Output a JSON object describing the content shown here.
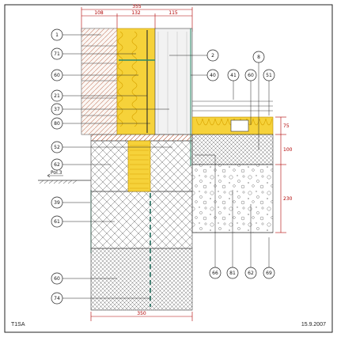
{
  "drawing": {
    "code": "T1SA",
    "date": "15.9.2007",
    "ground_label": "Pol.3"
  },
  "dimensions": {
    "overall_top": "355",
    "segments_top": [
      "108",
      "132",
      "115"
    ],
    "right_stack": [
      "75",
      "100",
      "230"
    ],
    "bottom": "350"
  },
  "callouts": [
    "1",
    "71",
    "60",
    "21",
    "37",
    "80",
    "52",
    "62",
    "39",
    "61",
    "60",
    "74",
    "2",
    "40",
    "41",
    "60",
    "51",
    "8",
    "66",
    "81",
    "62",
    "69"
  ],
  "colors": {
    "frame": "#222222",
    "dimension": "#b00000",
    "insulation": "#f6d23a",
    "insulation_wave": "#d9a400",
    "brick_hatch": "#b04a2a",
    "concrete_hatch": "#555555",
    "membrane": "#2a8a6a",
    "ground_line": "#333333"
  }
}
